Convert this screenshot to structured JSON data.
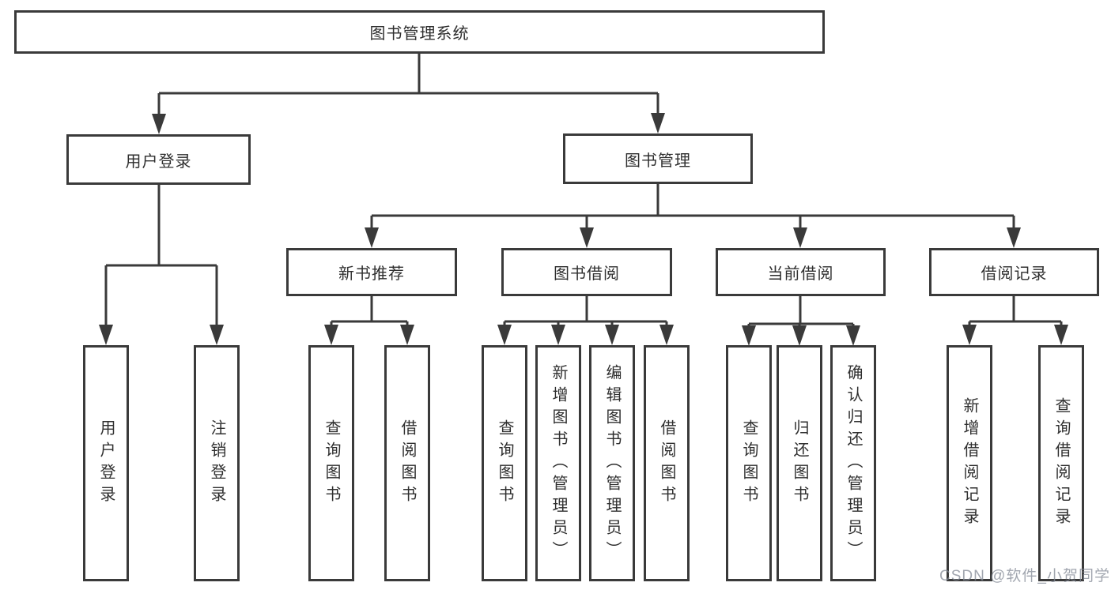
{
  "diagram_type": "hierarchy-tree",
  "colors": {
    "line": "#3a3a3a",
    "box_border": "#3a3a3a",
    "box_background": "#ffffff",
    "text": "#2f2f2f",
    "watermark_text": "#828894"
  },
  "tree": {
    "label": "图书管理系统",
    "children": [
      {
        "label": "用户登录",
        "children": [
          {
            "label": "用户登录"
          },
          {
            "label": "注销登录"
          }
        ]
      },
      {
        "label": "图书管理",
        "children": [
          {
            "label": "新书推荐",
            "children": [
              {
                "label": "查询图书"
              },
              {
                "label": "借阅图书"
              }
            ]
          },
          {
            "label": "图书借阅",
            "children": [
              {
                "label": "查询图书"
              },
              {
                "label": "新增图书（管理员）"
              },
              {
                "label": "编辑图书（管理员）"
              },
              {
                "label": "借阅图书"
              }
            ]
          },
          {
            "label": "当前借阅",
            "children": [
              {
                "label": "查询图书"
              },
              {
                "label": "归还图书"
              },
              {
                "label": "确认归还（管理员）"
              }
            ]
          },
          {
            "label": "借阅记录",
            "children": [
              {
                "label": "新增借阅记录"
              },
              {
                "label": "查询借阅记录"
              }
            ]
          }
        ]
      }
    ]
  },
  "watermark": {
    "text": "CSDN @软件_小贺同学"
  }
}
